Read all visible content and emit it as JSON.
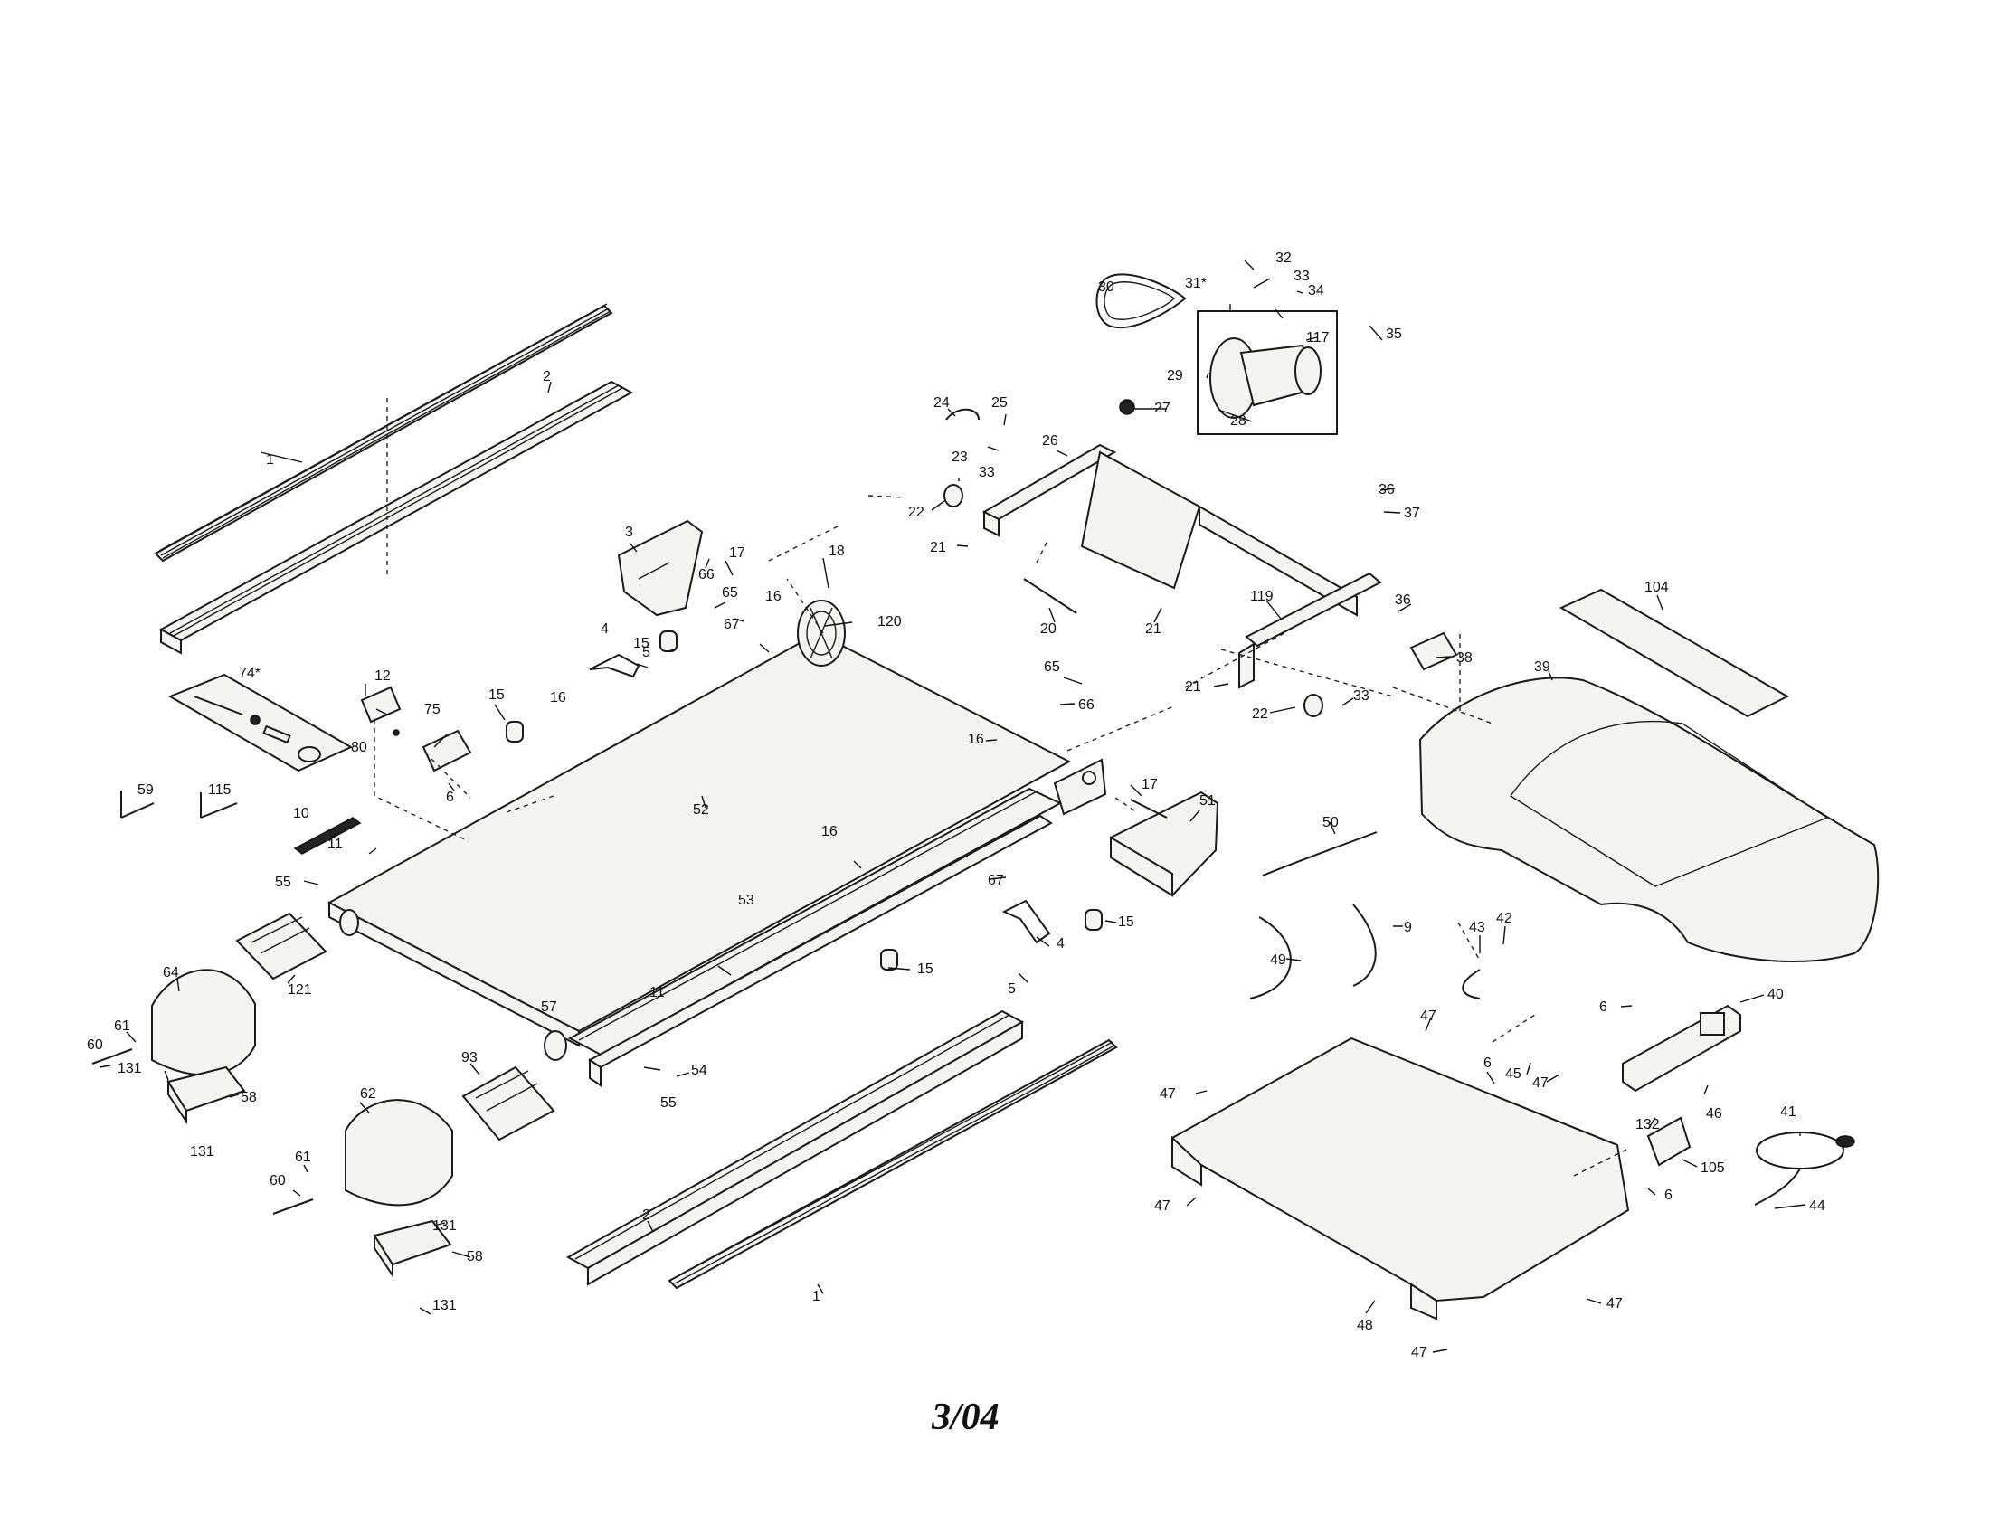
{
  "page_label": "3/04",
  "callouts": [
    {
      "id": "c1a",
      "text": "1"
    },
    {
      "id": "c2a",
      "text": "2"
    },
    {
      "id": "c3",
      "text": "3"
    },
    {
      "id": "c74",
      "text": "74*"
    },
    {
      "id": "c12",
      "text": "12"
    },
    {
      "id": "c75",
      "text": "75"
    },
    {
      "id": "c80",
      "text": "80"
    },
    {
      "id": "c6a",
      "text": "6"
    },
    {
      "id": "c59",
      "text": "59"
    },
    {
      "id": "c115",
      "text": "115"
    },
    {
      "id": "c10",
      "text": "10"
    },
    {
      "id": "c11a",
      "text": "11"
    },
    {
      "id": "c55a",
      "text": "55"
    },
    {
      "id": "c64",
      "text": "64"
    },
    {
      "id": "c121",
      "text": "121"
    },
    {
      "id": "c61a",
      "text": "61"
    },
    {
      "id": "c60a",
      "text": "60"
    },
    {
      "id": "c131a",
      "text": "131"
    },
    {
      "id": "c58a",
      "text": "58"
    },
    {
      "id": "c131b",
      "text": "131"
    },
    {
      "id": "c17a",
      "text": "17"
    },
    {
      "id": "c66a",
      "text": "66"
    },
    {
      "id": "c65a",
      "text": "65"
    },
    {
      "id": "c16a",
      "text": "16"
    },
    {
      "id": "c67a",
      "text": "67"
    },
    {
      "id": "c15a",
      "text": "15"
    },
    {
      "id": "c4a",
      "text": "4"
    },
    {
      "id": "c5a",
      "text": "5"
    },
    {
      "id": "c16b",
      "text": "16"
    },
    {
      "id": "c15b",
      "text": "15"
    },
    {
      "id": "c18",
      "text": "18"
    },
    {
      "id": "c120",
      "text": "120"
    },
    {
      "id": "c52",
      "text": "52"
    },
    {
      "id": "c53",
      "text": "53"
    },
    {
      "id": "c16c",
      "text": "16"
    },
    {
      "id": "c57",
      "text": "57"
    },
    {
      "id": "c11b",
      "text": "11"
    },
    {
      "id": "c54",
      "text": "54"
    },
    {
      "id": "c55b",
      "text": "55"
    },
    {
      "id": "c15c",
      "text": "15"
    },
    {
      "id": "c93",
      "text": "93"
    },
    {
      "id": "c62",
      "text": "62"
    },
    {
      "id": "c61b",
      "text": "61"
    },
    {
      "id": "c60b",
      "text": "60"
    },
    {
      "id": "c131c",
      "text": "131"
    },
    {
      "id": "c58b",
      "text": "58"
    },
    {
      "id": "c131d",
      "text": "131"
    },
    {
      "id": "c2b",
      "text": "2"
    },
    {
      "id": "c1b",
      "text": "1"
    },
    {
      "id": "c24",
      "text": "24"
    },
    {
      "id": "c25",
      "text": "25"
    },
    {
      "id": "c23",
      "text": "23"
    },
    {
      "id": "c33a",
      "text": "33"
    },
    {
      "id": "c22a",
      "text": "22"
    },
    {
      "id": "c21a",
      "text": "21"
    },
    {
      "id": "c26",
      "text": "26"
    },
    {
      "id": "c20",
      "text": "20"
    },
    {
      "id": "c21b",
      "text": "21"
    },
    {
      "id": "c16d",
      "text": "16"
    },
    {
      "id": "c65b",
      "text": "65"
    },
    {
      "id": "c66b",
      "text": "66"
    },
    {
      "id": "c17b",
      "text": "17"
    },
    {
      "id": "c51",
      "text": "51"
    },
    {
      "id": "c67b",
      "text": "67"
    },
    {
      "id": "c15d",
      "text": "15"
    },
    {
      "id": "c4b",
      "text": "4"
    },
    {
      "id": "c5b",
      "text": "5"
    },
    {
      "id": "c30",
      "text": "30"
    },
    {
      "id": "c31",
      "text": "31*"
    },
    {
      "id": "c32",
      "text": "32"
    },
    {
      "id": "c33b",
      "text": "33"
    },
    {
      "id": "c34",
      "text": "34"
    },
    {
      "id": "c117",
      "text": "117"
    },
    {
      "id": "c35",
      "text": "35"
    },
    {
      "id": "c29",
      "text": "29"
    },
    {
      "id": "c28",
      "text": "28"
    },
    {
      "id": "c27",
      "text": "27"
    },
    {
      "id": "c36a",
      "text": "36"
    },
    {
      "id": "c37",
      "text": "37"
    },
    {
      "id": "c119",
      "text": "119"
    },
    {
      "id": "c36b",
      "text": "36"
    },
    {
      "id": "c38",
      "text": "38"
    },
    {
      "id": "c21c",
      "text": "21"
    },
    {
      "id": "c22b",
      "text": "22"
    },
    {
      "id": "c33c",
      "text": "33"
    },
    {
      "id": "c104",
      "text": "104"
    },
    {
      "id": "c39",
      "text": "39"
    },
    {
      "id": "c50",
      "text": "50"
    },
    {
      "id": "c9",
      "text": "9"
    },
    {
      "id": "c49",
      "text": "49"
    },
    {
      "id": "c43",
      "text": "43"
    },
    {
      "id": "c42",
      "text": "42"
    },
    {
      "id": "c6b",
      "text": "6"
    },
    {
      "id": "c40",
      "text": "40"
    },
    {
      "id": "c47a",
      "text": "47"
    },
    {
      "id": "c6c",
      "text": "6"
    },
    {
      "id": "c45",
      "text": "45"
    },
    {
      "id": "c47b",
      "text": "47"
    },
    {
      "id": "c47c",
      "text": "47"
    },
    {
      "id": "c46",
      "text": "46"
    },
    {
      "id": "c41",
      "text": "41"
    },
    {
      "id": "c132",
      "text": "132"
    },
    {
      "id": "c105",
      "text": "105"
    },
    {
      "id": "c6d",
      "text": "6"
    },
    {
      "id": "c44",
      "text": "44"
    },
    {
      "id": "c47d",
      "text": "47"
    },
    {
      "id": "c48",
      "text": "48"
    },
    {
      "id": "c47e",
      "text": "47"
    },
    {
      "id": "c47f",
      "text": "47"
    }
  ]
}
